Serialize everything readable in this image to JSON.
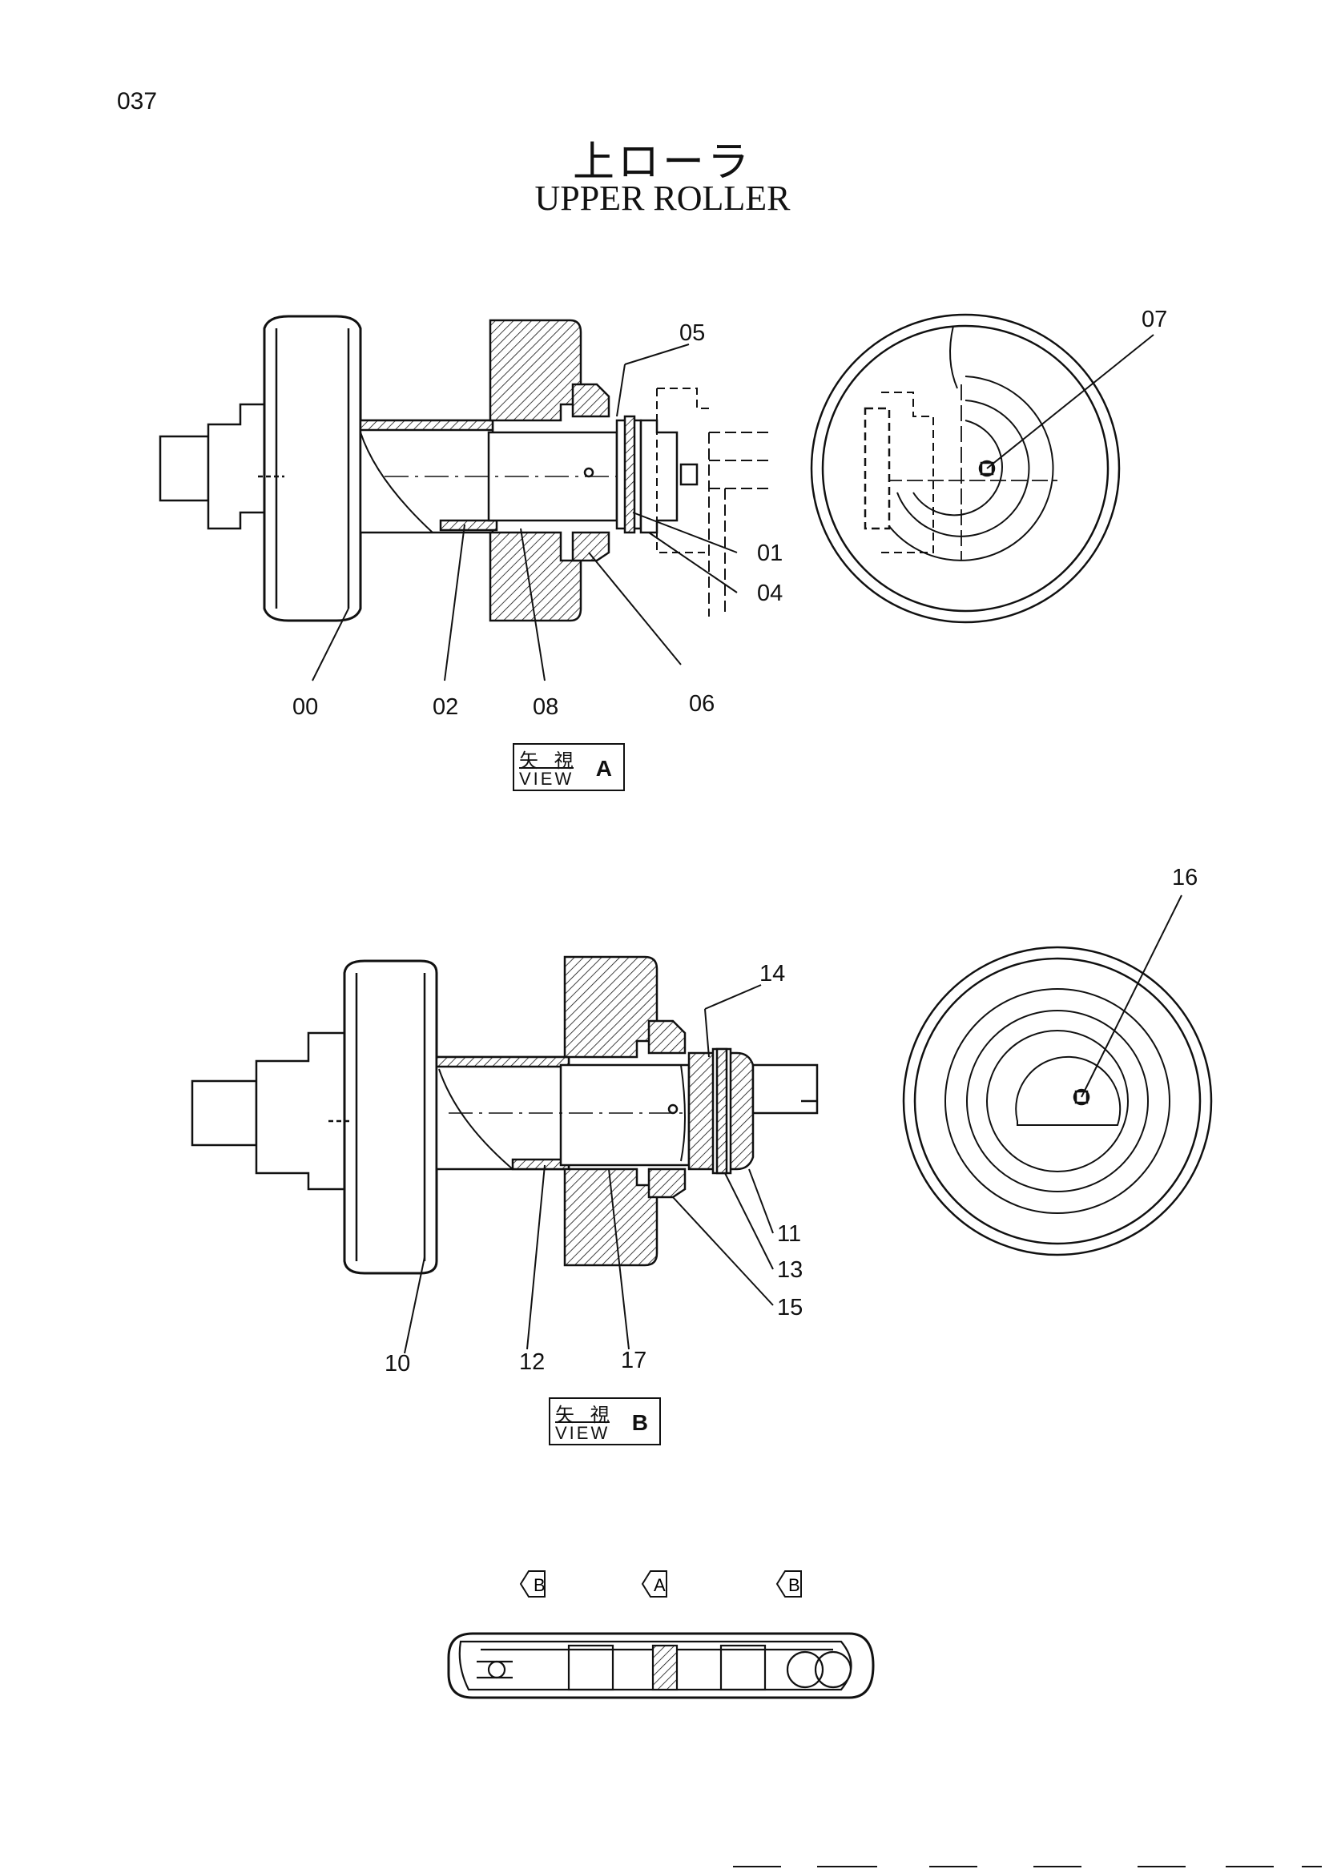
{
  "page": {
    "number": "037"
  },
  "title": {
    "japanese": "上ローラ",
    "english": "UPPER ROLLER"
  },
  "view_a": {
    "label_ja": "矢 視",
    "label_en": "VIEW",
    "letter": "A",
    "callouts": [
      "05",
      "07",
      "01",
      "04",
      "00",
      "02",
      "08",
      "06"
    ]
  },
  "view_b": {
    "label_ja": "矢 視",
    "label_en": "VIEW",
    "letter": "B",
    "callouts": [
      "16",
      "14",
      "11",
      "13",
      "15",
      "10",
      "12",
      "17"
    ]
  },
  "track_overview": {
    "markers": [
      "B",
      "A",
      "B"
    ]
  }
}
